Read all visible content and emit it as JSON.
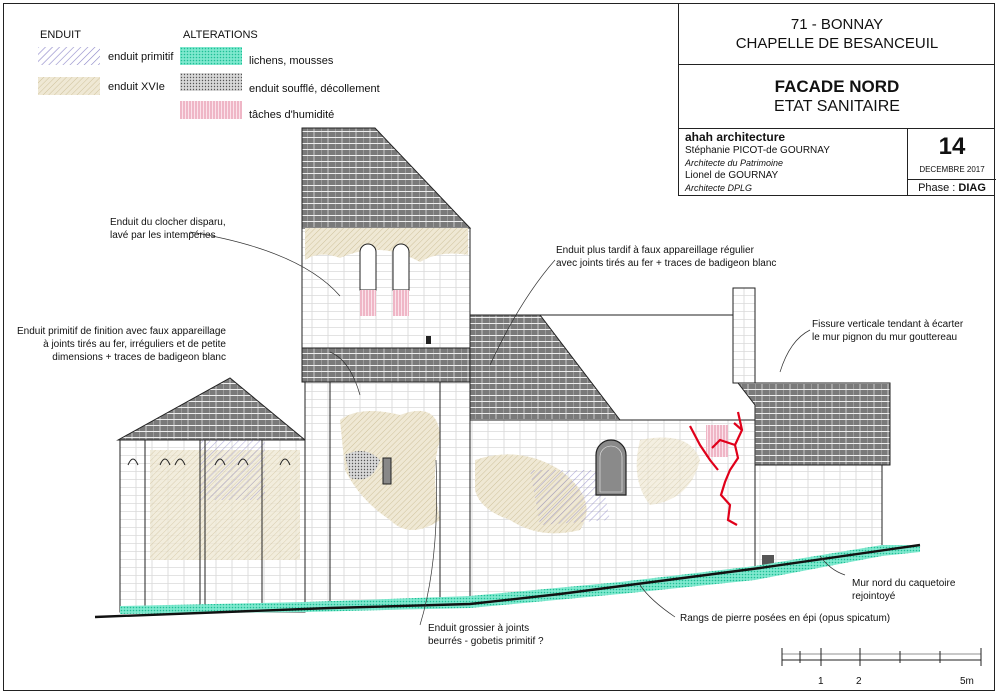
{
  "legend": {
    "enduit_heading": "ENDUIT",
    "alterations_heading": "ALTERATIONS",
    "items": [
      {
        "label": "enduit primitif",
        "color": "#8c86c8",
        "icon": "diagonal-hatch-swatch"
      },
      {
        "label": "enduit XVIe",
        "color": "#d8ccaa",
        "icon": "beige-hatch-swatch"
      },
      {
        "label": "lichens, mousses",
        "color": "#34d6b0",
        "icon": "green-stipple-swatch"
      },
      {
        "label": "enduit soufflé, décollement",
        "color": "#6a6a6a",
        "icon": "dotted-swatch"
      },
      {
        "label": "tâches d'humidité",
        "color": "#e38aa2",
        "icon": "pink-stripe-swatch"
      }
    ]
  },
  "title_block": {
    "location": "71 - BONNAY",
    "building": "CHAPELLE DE BESANCEUIL",
    "drawing_title": "FACADE NORD",
    "drawing_subtitle": "ETAT SANITAIRE",
    "firm": "ahah architecture",
    "architect1": "Stéphanie PICOT-de GOURNAY",
    "architect1_role": "Architecte du Patrimoine",
    "architect2": "Lionel de GOURNAY",
    "architect2_role": "Architecte DPLG",
    "sheet_number": "14",
    "date": "DECEMBRE 2017",
    "phase_label": "Phase : ",
    "phase_value": "DIAG"
  },
  "annotations": {
    "clocher_1": "Enduit du clocher disparu,",
    "clocher_2": "lavé par les intempéries",
    "tardif_1": "Enduit plus tardif à faux appareillage régulier",
    "tardif_2": "avec joints tirés au fer + traces de badigeon blanc",
    "primitif_1": "Enduit primitif de finition avec faux appareillage",
    "primitif_2": "à joints tirés au fer, irréguliers et de petite",
    "primitif_3": "dimensions + traces de badigeon blanc",
    "fissure_1": "Fissure verticale tendant à écarter",
    "fissure_2": "le mur pignon du mur gouttereau",
    "caquetoire_1": "Mur nord du caquetoire",
    "caquetoire_2": "rejointoyé",
    "spicatum": "Rangs de pierre posées en épi (opus spicatum)",
    "grossier_1": "Enduit grossier à joints",
    "grossier_2": "beurrés - gobetis primitif ?"
  },
  "scale_bar": {
    "label_1": "1",
    "label_2": "2",
    "label_5": "5m"
  },
  "colors": {
    "crack": "#e0001a",
    "roof": "#555555",
    "line": "#222222"
  }
}
